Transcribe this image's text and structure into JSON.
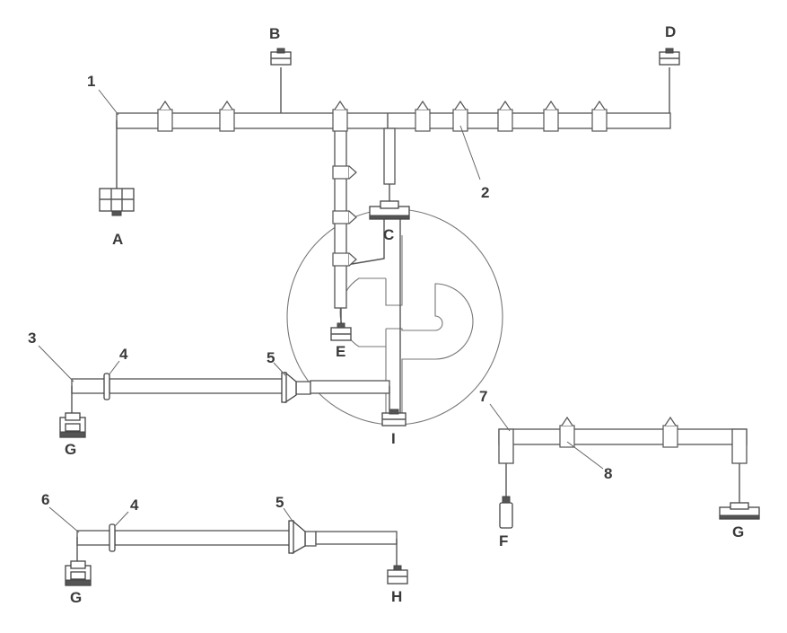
{
  "labels": {
    "A": "A",
    "B": "B",
    "C": "C",
    "D": "D",
    "E": "E",
    "F": "F",
    "G": "G",
    "H": "H",
    "I": "I",
    "n1": "1",
    "n2": "2",
    "n3": "3",
    "n4": "4",
    "n5": "5",
    "n6": "6",
    "n7": "7",
    "n8": "8"
  }
}
